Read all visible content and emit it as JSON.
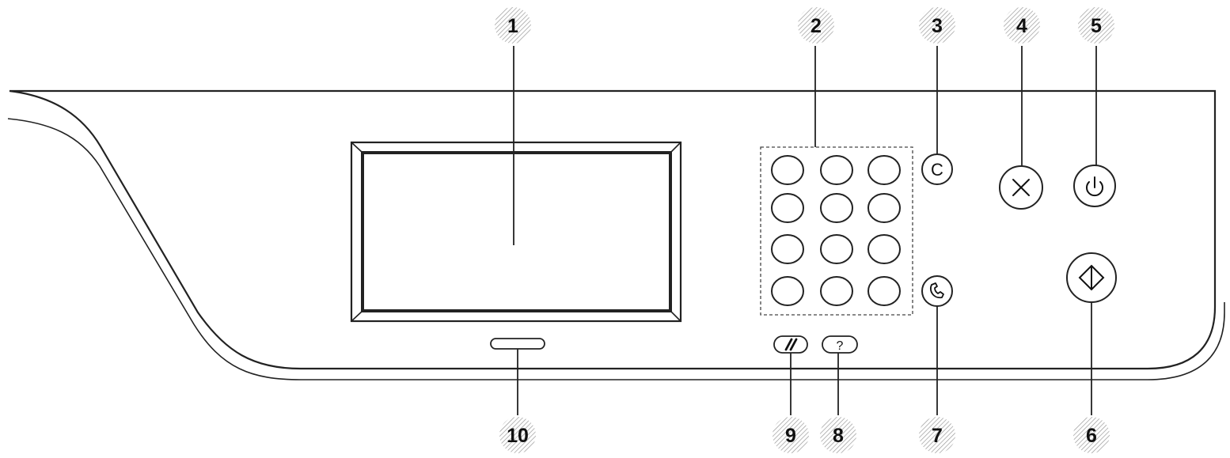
{
  "callouts": {
    "c1": "1",
    "c2": "2",
    "c3": "3",
    "c4": "4",
    "c5": "5",
    "c6": "6",
    "c7": "7",
    "c8": "8",
    "c9": "9",
    "c10": "10"
  },
  "buttons": {
    "clear_symbol": "C",
    "help_symbol": "?"
  },
  "icons": {
    "clear": "clear-c-icon",
    "stop": "x-icon",
    "power": "power-icon",
    "start": "diamond-start-icon",
    "dial": "phone-handset-icon",
    "reset": "reset-slash-icon",
    "help": "question-mark-icon"
  },
  "keypad": {
    "rows": 4,
    "cols": 3
  }
}
